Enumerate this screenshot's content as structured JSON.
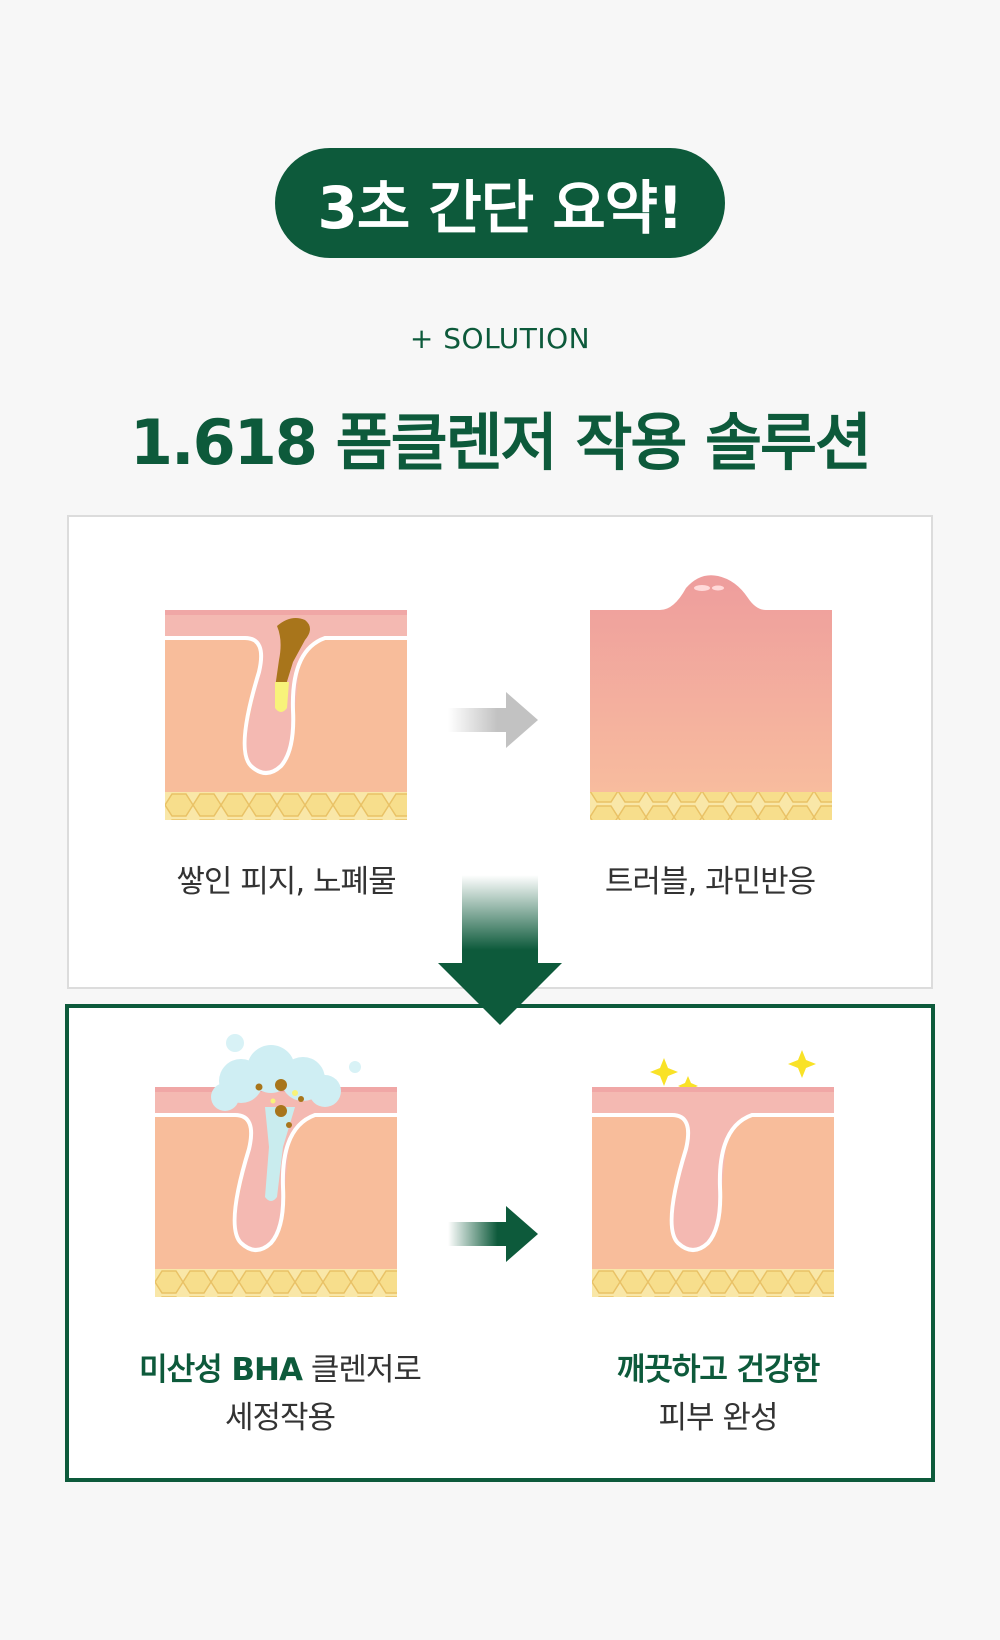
{
  "header": {
    "badge": "3초 간단 요약!",
    "kicker": "+ SOLUTION",
    "title": "1.618 폼클렌저 작용 솔루션"
  },
  "problem": {
    "before_caption": "쌓인 피지, 노폐물",
    "after_caption": "트러블, 과민반응"
  },
  "solution": {
    "before_caption_strong": "미산성 BHA",
    "before_caption_rest": " 클렌저로",
    "before_caption_line2": "세정작용",
    "after_caption_strong": "깨끗하고 건강한",
    "after_caption_line2": "피부 완성"
  },
  "colors": {
    "brand_green": "#0d5a3b",
    "skin": "#f8bd9b",
    "skin_top": "#f4b9b2",
    "fat": "#f7e39a",
    "sebum": "#a8751b"
  }
}
